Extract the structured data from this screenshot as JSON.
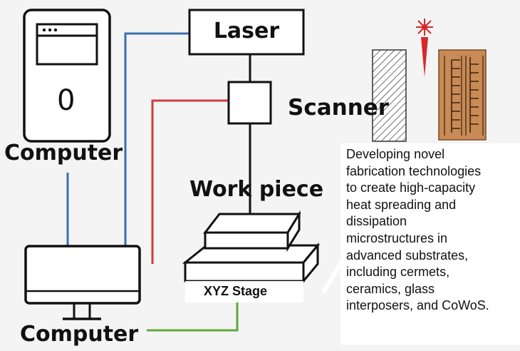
{
  "labels": {
    "laser": "Laser",
    "scanner": "Scanner",
    "computer_top": "Computer",
    "computer_bottom": "Computer",
    "work_piece": "Work piece",
    "xyz_stage": "XYZ Stage"
  },
  "tower": {
    "digit": "0"
  },
  "description": "Developing novel\nfabrication technologies\nto create high-capacity\nheat spreading and\ndissipation\nmicrostructures in\nadvanced substrates,\nincluding cermets,\nceramics, glass\ninterposers, and CoWoS.",
  "colors": {
    "blue_line": "#3a6fb0",
    "red_line": "#d23b3b",
    "green_line": "#5fa83c",
    "laser_spark": "#d62828",
    "copper": "#c98a55"
  }
}
